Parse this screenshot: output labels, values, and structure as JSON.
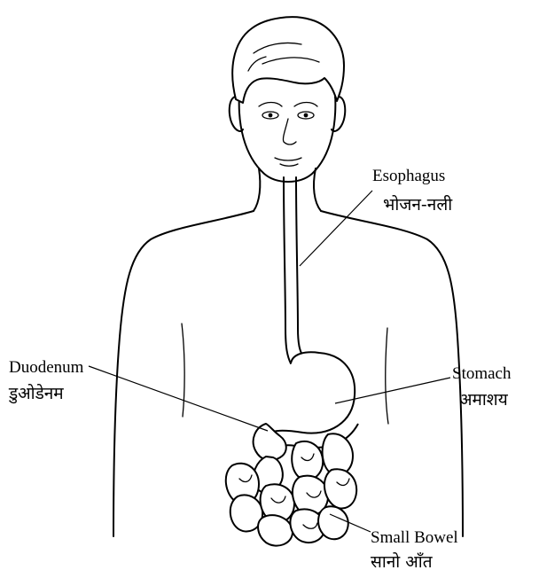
{
  "labels": {
    "esophagus": {
      "en": "Esophagus",
      "hi": "भोजन-नली"
    },
    "duodenum": {
      "en": "Duodenum",
      "hi": "डुओडेनम"
    },
    "stomach": {
      "en": "Stomach",
      "hi": "अमाशय"
    },
    "small_bowel": {
      "en": "Small Bowel",
      "hi": "सानो आँत"
    }
  }
}
